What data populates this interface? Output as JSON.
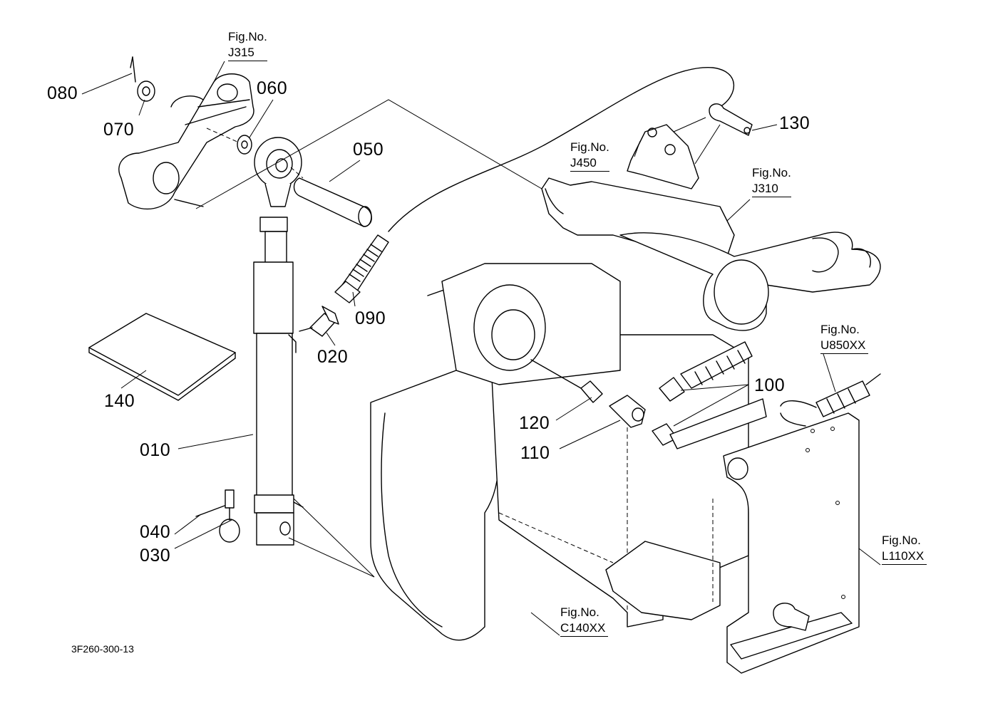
{
  "parts": [
    {
      "id": "p010",
      "label": "010"
    },
    {
      "id": "p020",
      "label": "020"
    },
    {
      "id": "p030",
      "label": "030"
    },
    {
      "id": "p040",
      "label": "040"
    },
    {
      "id": "p050",
      "label": "050"
    },
    {
      "id": "p060",
      "label": "060"
    },
    {
      "id": "p070",
      "label": "070"
    },
    {
      "id": "p080",
      "label": "080"
    },
    {
      "id": "p090",
      "label": "090"
    },
    {
      "id": "p100",
      "label": "100"
    },
    {
      "id": "p110",
      "label": "110"
    },
    {
      "id": "p120",
      "label": "120"
    },
    {
      "id": "p130",
      "label": "130"
    },
    {
      "id": "p140",
      "label": "140"
    }
  ],
  "figure_refs": [
    {
      "id": "j315",
      "caption": "Fig.No.",
      "number": "J315"
    },
    {
      "id": "j450",
      "caption": "Fig.No.",
      "number": "J450"
    },
    {
      "id": "j310",
      "caption": "Fig.No.",
      "number": "J310"
    },
    {
      "id": "u850xx",
      "caption": "Fig.No.",
      "number": "U850XX"
    },
    {
      "id": "l110xx",
      "caption": "Fig.No.",
      "number": "L110XX"
    },
    {
      "id": "c140xx",
      "caption": "Fig.No.",
      "number": "C140XX"
    }
  ],
  "drawing_code": "3F260-300-13"
}
